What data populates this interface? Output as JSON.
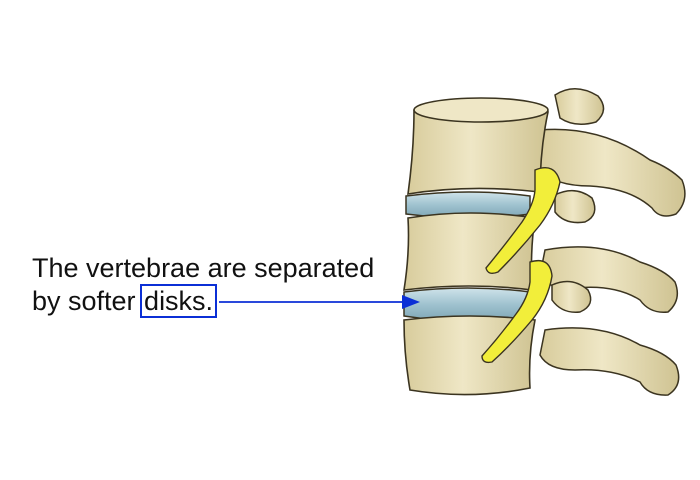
{
  "caption": {
    "line1": "The vertebrae are separated",
    "line2_prefix": "by softer ",
    "line2_highlight": "disks."
  },
  "colors": {
    "bone": "#ece3c0",
    "bone_shadow": "#c9bd8e",
    "outline": "#3b3420",
    "disk": "#a9c9d6",
    "nerve": "#f2ee3a",
    "highlight_box": "#0b2fd6"
  }
}
